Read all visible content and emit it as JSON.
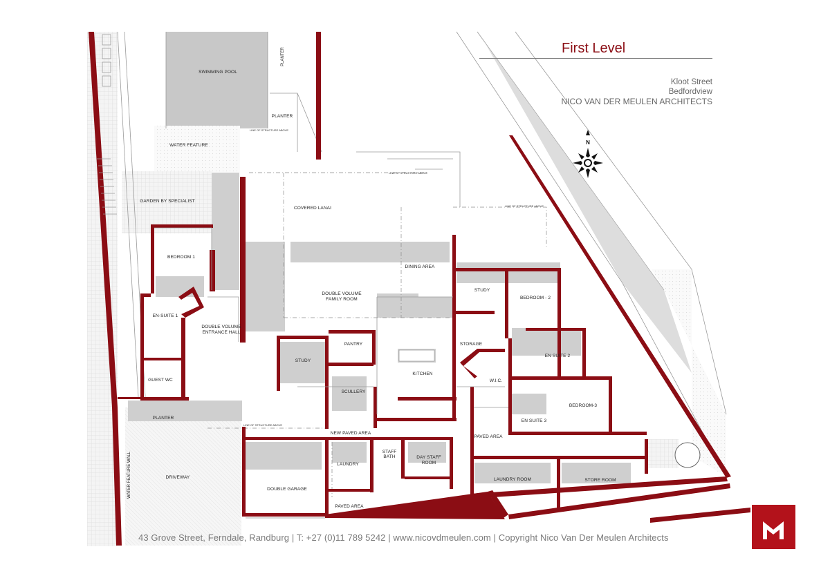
{
  "header": {
    "level_title": "First Level",
    "street": "Kloot Street",
    "suburb": "Bedfordview",
    "architect": "NICO VAN DER MEULEN ARCHITECTS"
  },
  "compass": {
    "north_label": "N"
  },
  "rooms": {
    "swimming_pool": "SWIMMING POOL",
    "planter_top": "PLANTER",
    "planter_upper": "PLANTER",
    "water_feature": "WATER FEATURE",
    "garden": "GARDEN BY SPECIALIST",
    "covered_lanai": "COVERED LANAI",
    "bedroom1": "BEDROOM 1",
    "ensuite1": "EN-SUITE 1",
    "double_volume_entrance_line1": "DOUBLE VOLUME",
    "double_volume_entrance_line2": "ENTRANCE HALL",
    "guest_wc": "GUEST WC",
    "family_room_line1": "DOUBLE VOLUME",
    "family_room_line2": "FAMILY ROOM",
    "dining_area": "DINING AREA",
    "study": "STUDY",
    "study_right": "STUDY",
    "bedroom2": "BEDROOM - 2",
    "pantry": "PANTRY",
    "kitchen": "KITCHEN",
    "scullery": "SCULLERY",
    "storage": "STORAGE",
    "wic": "W.I.C.",
    "ensuite2": "EN SUITE 2",
    "bedroom3": "BEDROOM-3",
    "ensuite3": "EN SUITE 3",
    "planter_lower": "PLANTER",
    "new_paved_area": "NEW PAVED AREA",
    "paved_area_right": "PAVED AREA",
    "laundry": "LAUNDRY",
    "staff_bath_line1": "STAFF",
    "staff_bath_line2": "BATH",
    "day_staff_line1": "DAY STAFF",
    "day_staff_line2": "ROOM",
    "laundry_room": "LAUNDRY ROOM",
    "store_room": "STORE ROOM",
    "double_garage": "DOUBLE GARAGE",
    "paved_area_bottom": "PAVED AREA",
    "driveway": "DRIVEWAY",
    "water_feature_wall": "WATER FEATURE WALL"
  },
  "notes": {
    "line_of_structure_above": "LINE OF STRUCTURE ABOVE"
  },
  "footer": {
    "text": "43 Grove Street, Ferndale,  Randburg | T: +27 (0)11 789 5242 | www.nicovdmeulen.com | Copyright Nico Van Der Meulen Architects"
  },
  "colors": {
    "wall": "#8b0d14",
    "accent": "#b3121b",
    "shade": "#cfcfcf"
  },
  "logo": {
    "letter": "M"
  }
}
